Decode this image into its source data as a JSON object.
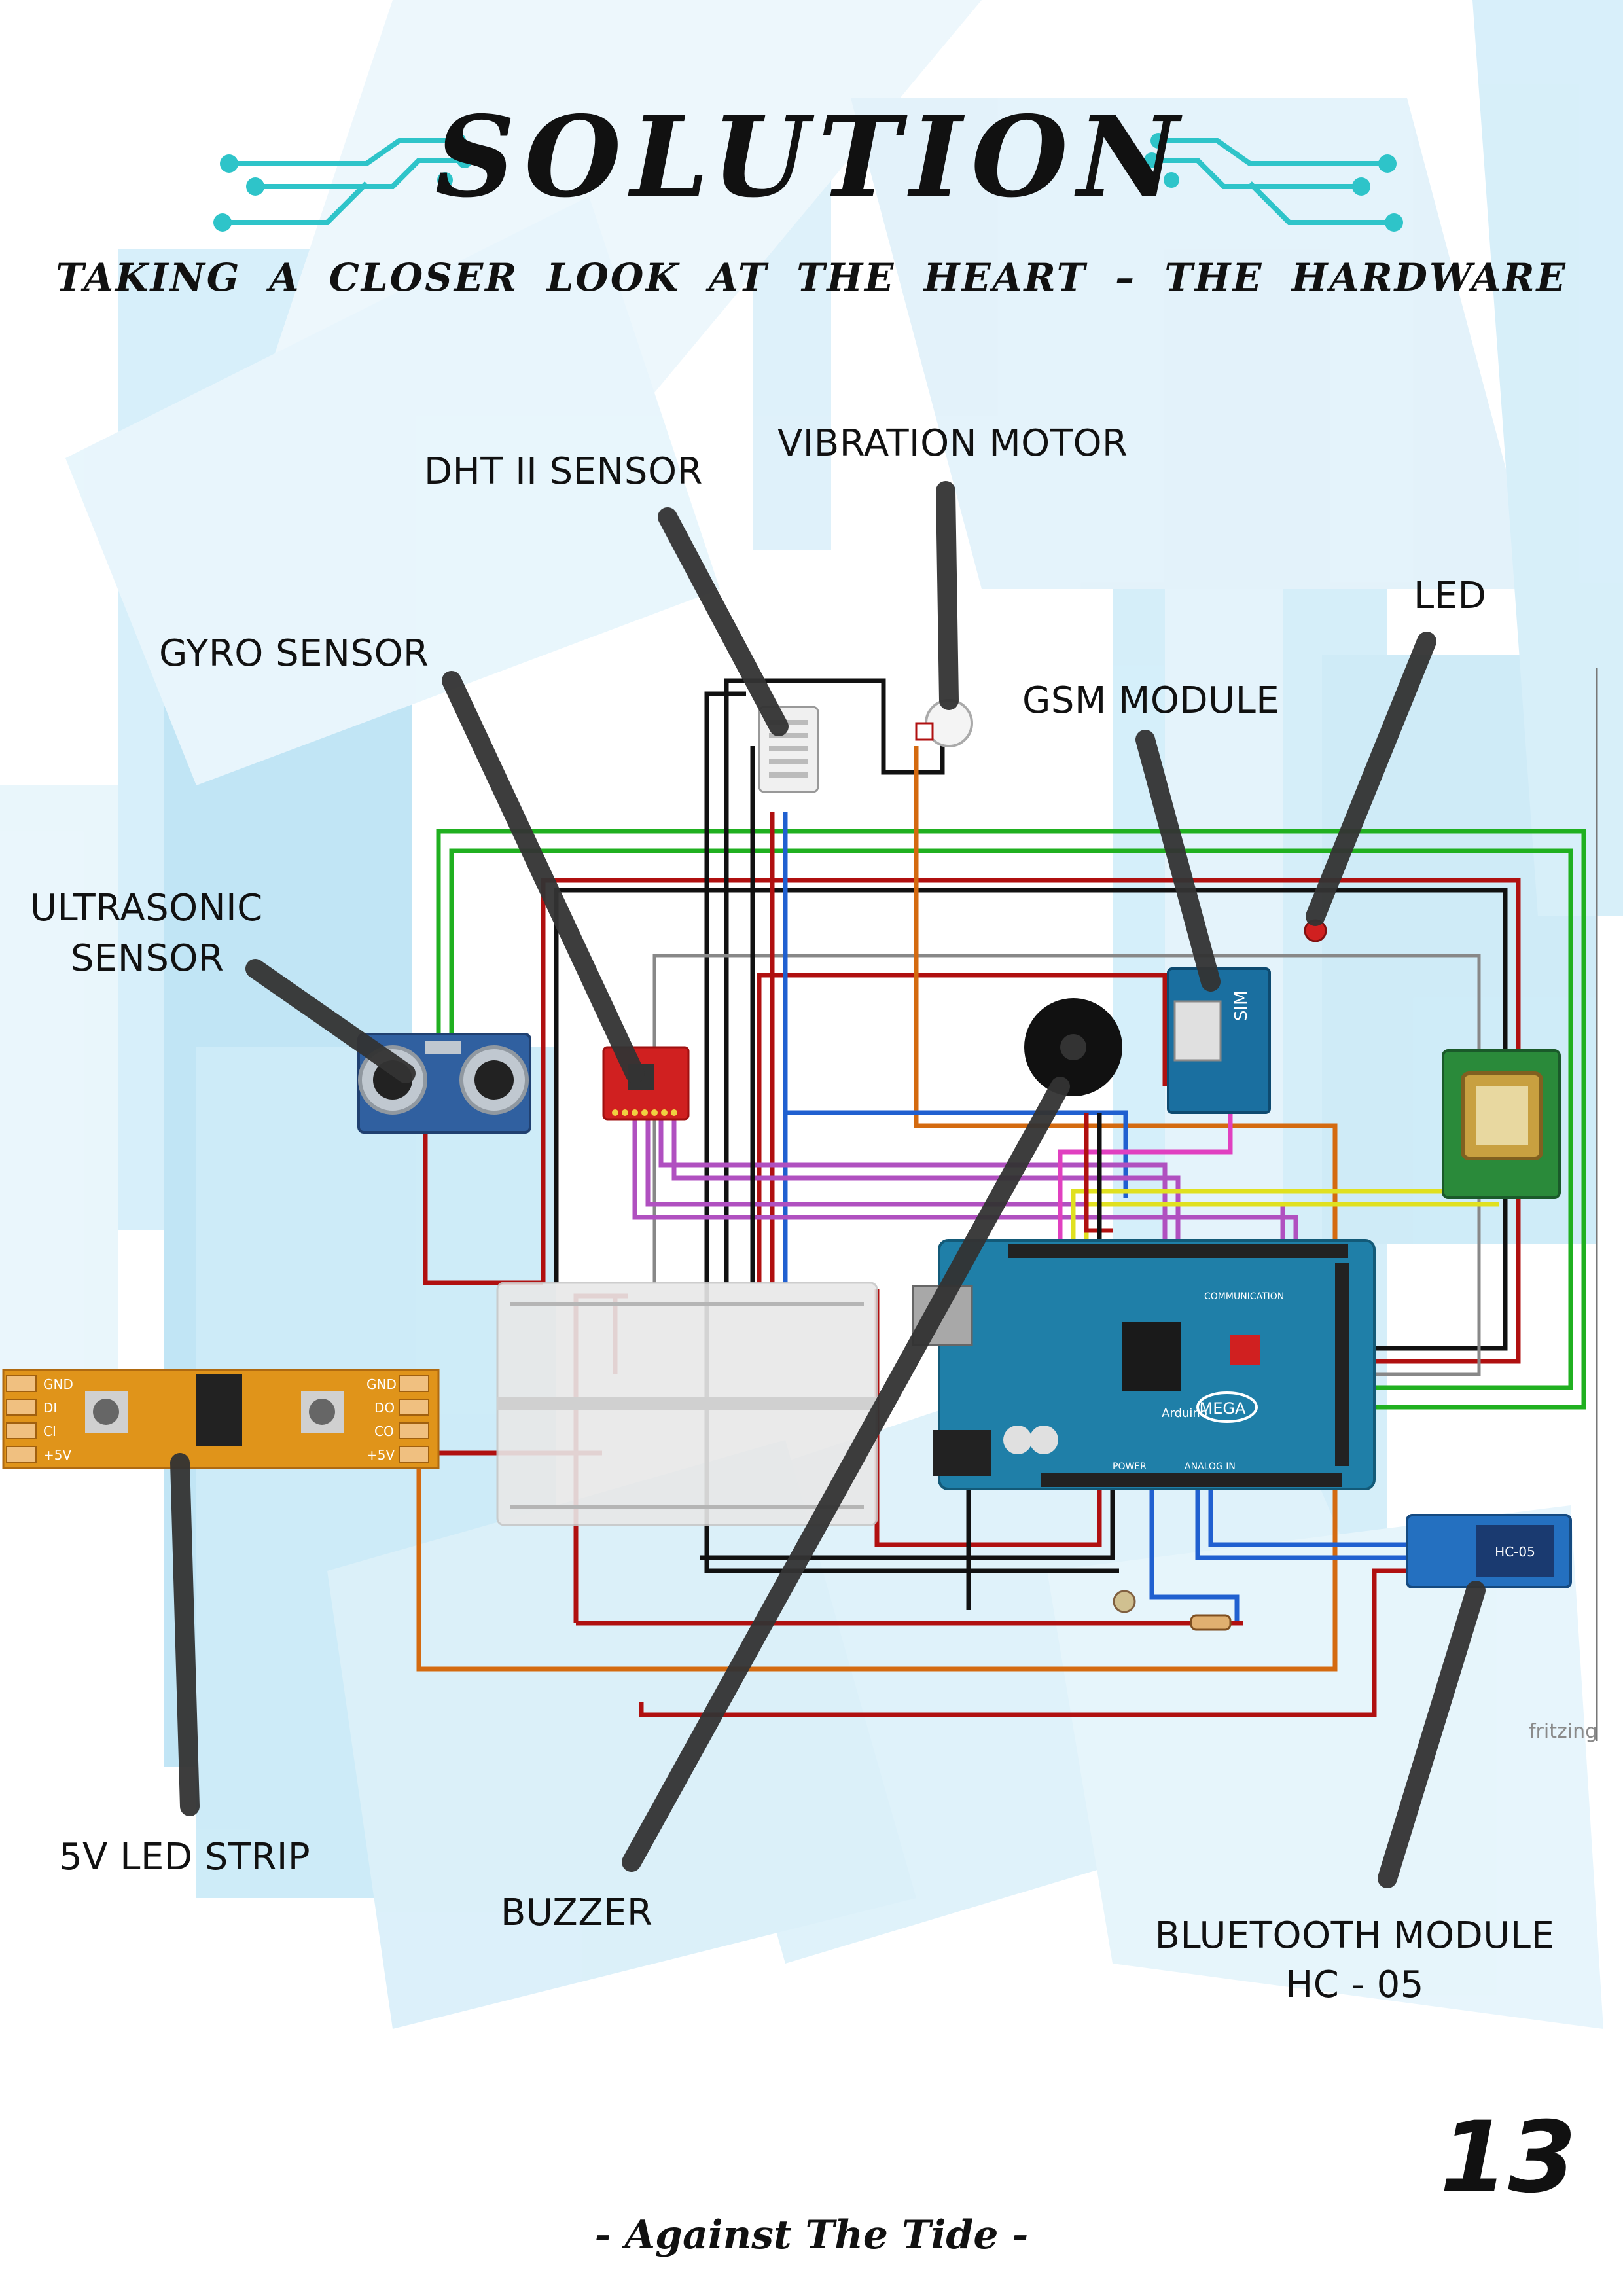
{
  "title": "SOLUTION",
  "subtitle": "TAKING A CLOSER LOOK AT THE HEART – THE HARDWARE",
  "labels": {
    "dht": "DHT II SENSOR",
    "vibration": "VIBRATION MOTOR",
    "led": "LED",
    "gyro": "GYRO SENSOR",
    "gsm": "GSM MODULE",
    "ultrasonic_1": "ULTRASONIC",
    "ultrasonic_2": "SENSOR",
    "led_strip": "5V LED STRIP",
    "buzzer": "BUZZER",
    "bluetooth_1": "BLUETOOTH MODULE",
    "bluetooth_2": "HC - 05"
  },
  "strip_pins_left": [
    "GND",
    "DI",
    "CI",
    "+5V"
  ],
  "strip_pins_right": [
    "GND",
    "DO",
    "CO",
    "+5V"
  ],
  "board": {
    "name": "MEGA",
    "brand": "Arduino",
    "header_label": "COMMUNICATION",
    "power_label": "POWER",
    "analog_label": "ANALOG IN"
  },
  "gsm_chip_label": "SIM",
  "bluetooth_chip_label": "HC-05",
  "watermark": "fritzing",
  "page_number": "13",
  "footer": "- Against The Tide -",
  "colors": {
    "accent": "#2ec4c9",
    "wire_red": "#b01010",
    "wire_green": "#20b020",
    "wire_black": "#111111",
    "wire_orange": "#d46a10",
    "wire_blue": "#2060d0",
    "wire_purple": "#b050c0",
    "wire_yellow": "#e0e020",
    "board": "#1f7fa8",
    "background_shard": "#9cd8f2"
  }
}
